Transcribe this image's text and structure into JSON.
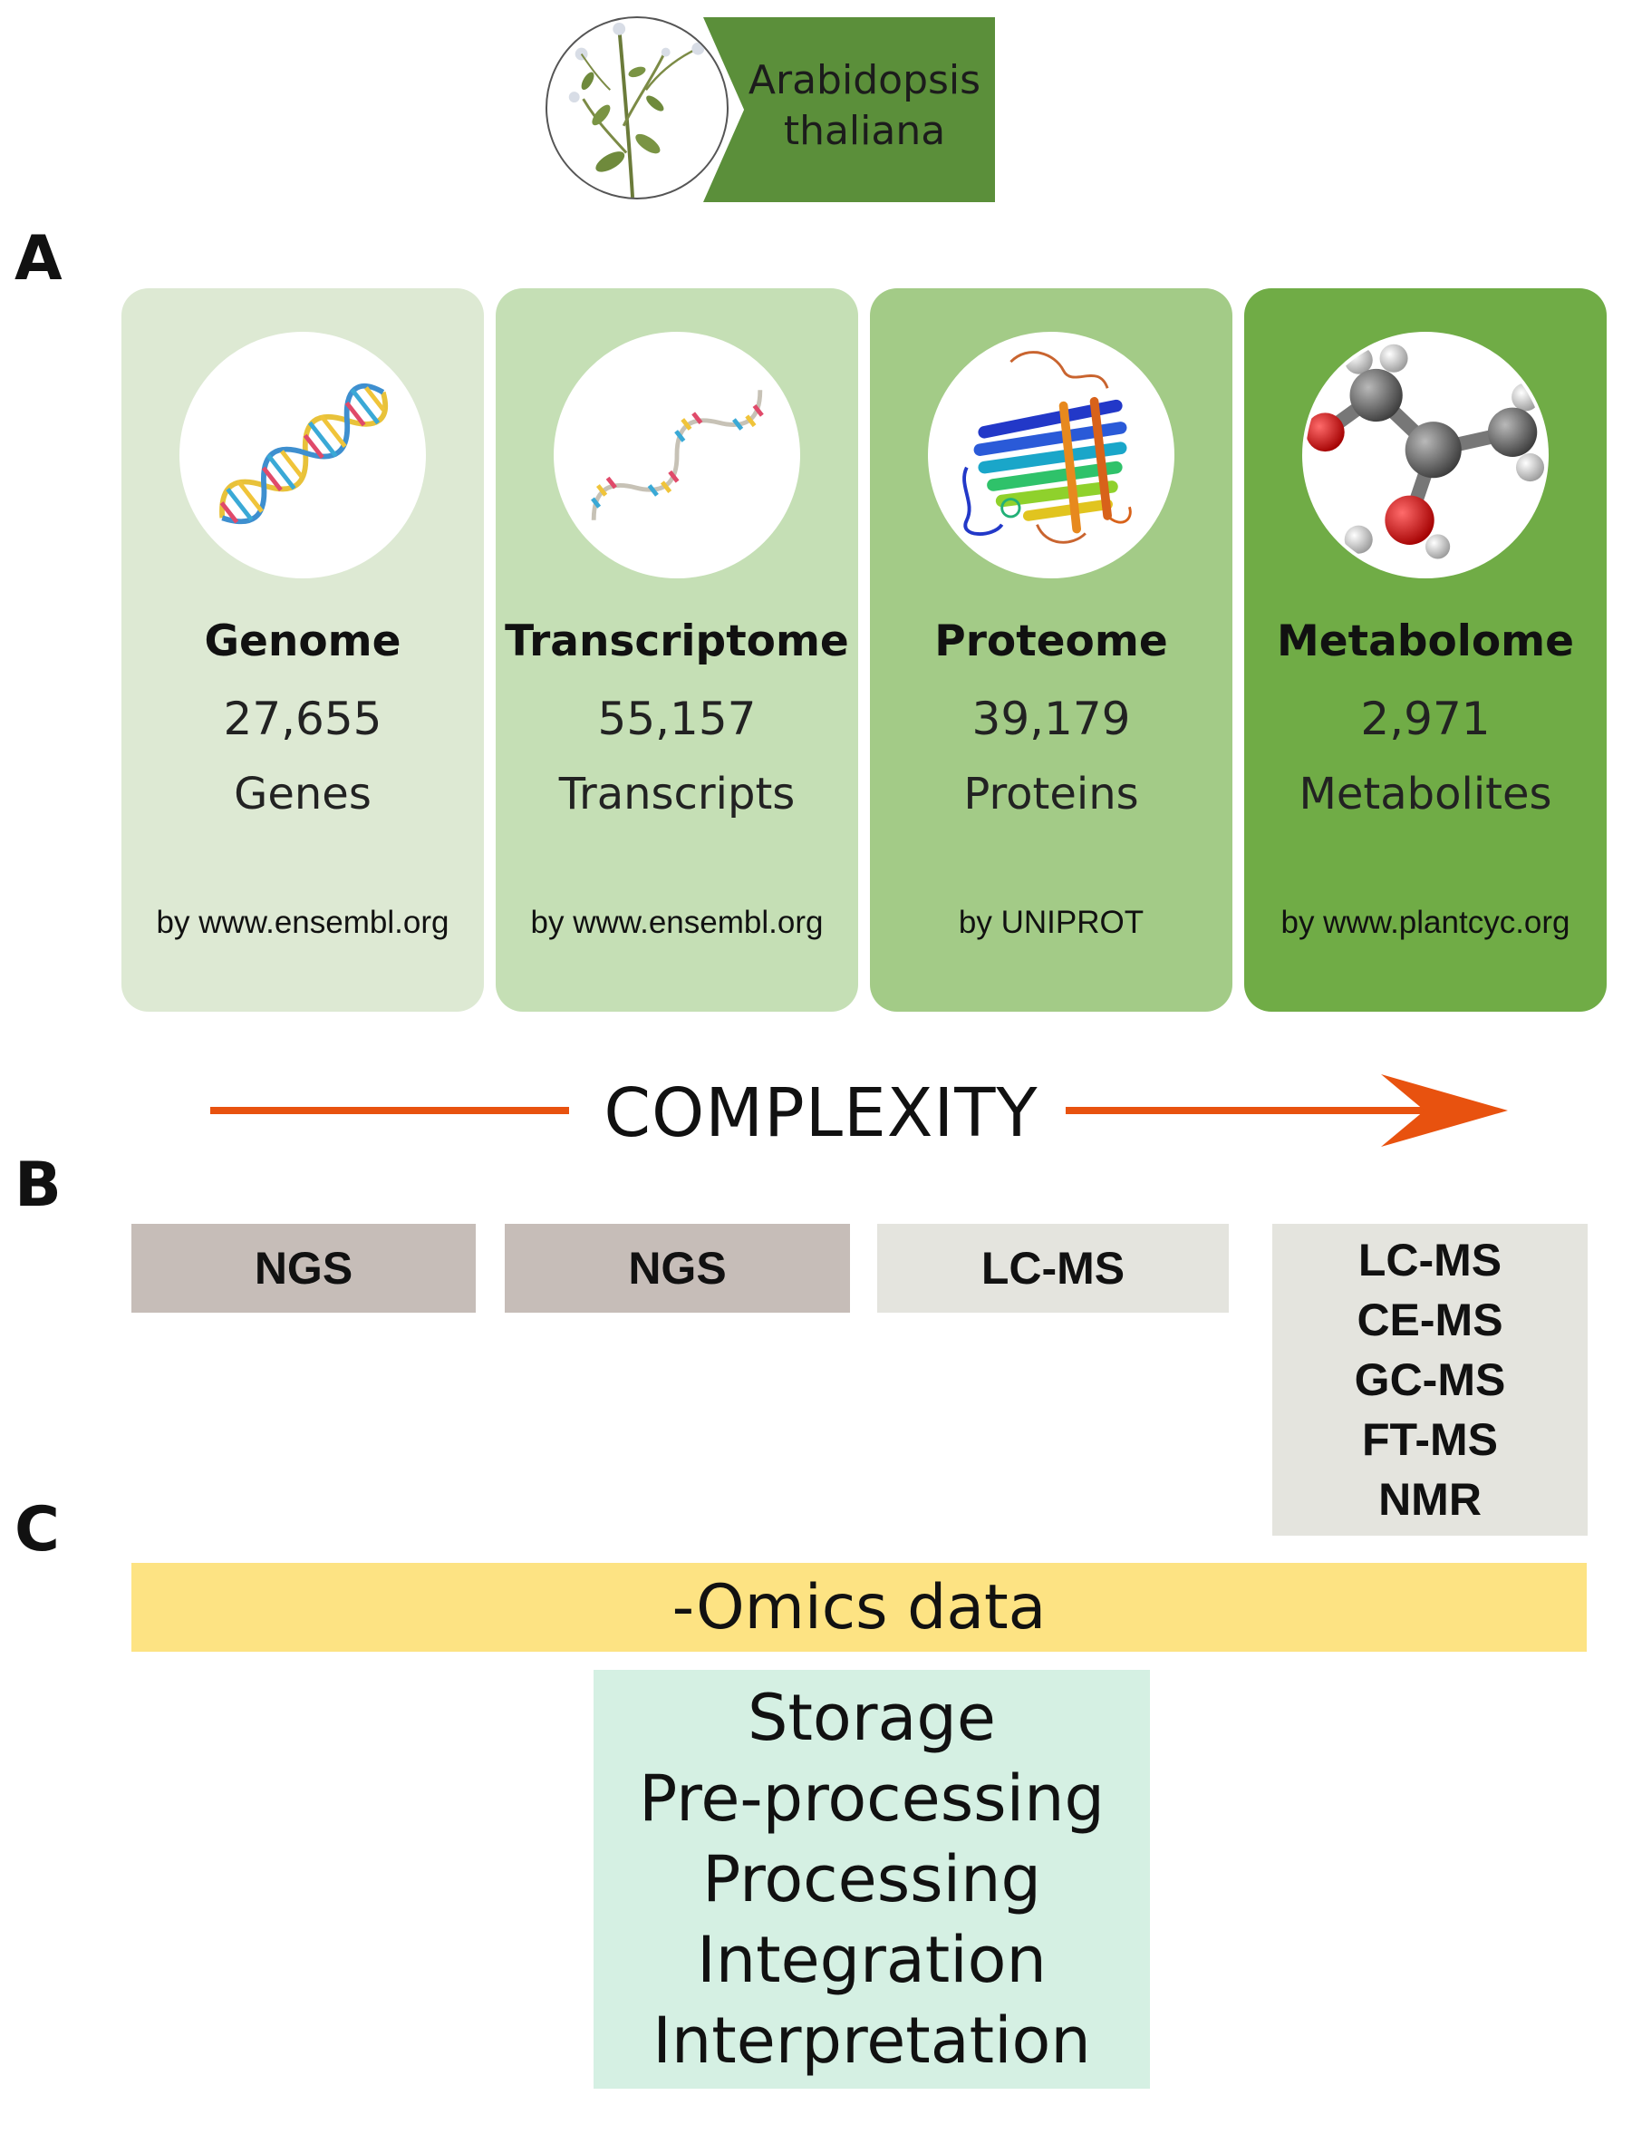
{
  "species": {
    "name_line1": "Arabidopsis",
    "name_line2": "thaliana"
  },
  "sections": {
    "a": "A",
    "b": "B",
    "c": "C"
  },
  "cards": [
    {
      "title": "Genome",
      "count": "27,655",
      "unit": "Genes",
      "source": "by www.ensembl.org",
      "color": "#dde9d3",
      "icon": "dna-double-helix-icon"
    },
    {
      "title": "Transcriptome",
      "count": "55,157",
      "unit": "Transcripts",
      "source": "by www.ensembl.org",
      "color": "#c5dfb5",
      "icon": "rna-strand-icon"
    },
    {
      "title": "Proteome",
      "count": "39,179",
      "unit": "Proteins",
      "source": "by UNIPROT",
      "color": "#a3cb87",
      "icon": "protein-structure-icon"
    },
    {
      "title": "Metabolome",
      "count": "2,971",
      "unit": "Metabolites",
      "source": "by www.plantcyc.org",
      "color": "#70ac46",
      "icon": "molecule-icon"
    }
  ],
  "complexity": {
    "label": "COMPLEXITY",
    "arrow_color": "#e8520f"
  },
  "technologies": [
    {
      "lines": [
        "NGS"
      ],
      "color": "#c6bdb8"
    },
    {
      "lines": [
        "NGS"
      ],
      "color": "#c6bdb8"
    },
    {
      "lines": [
        "LC-MS"
      ],
      "color": "#e4e4de"
    },
    {
      "lines": [
        "LC-MS",
        "CE-MS",
        "GC-MS",
        "FT-MS",
        "NMR"
      ],
      "color": "#e4e4de"
    }
  ],
  "omics": {
    "label": "-Omics data",
    "color": "#fde383"
  },
  "workflow": {
    "steps": [
      "Storage",
      "Pre-processing",
      "Processing",
      "Integration",
      "Interpretation"
    ],
    "color": "#d5f0e3"
  }
}
